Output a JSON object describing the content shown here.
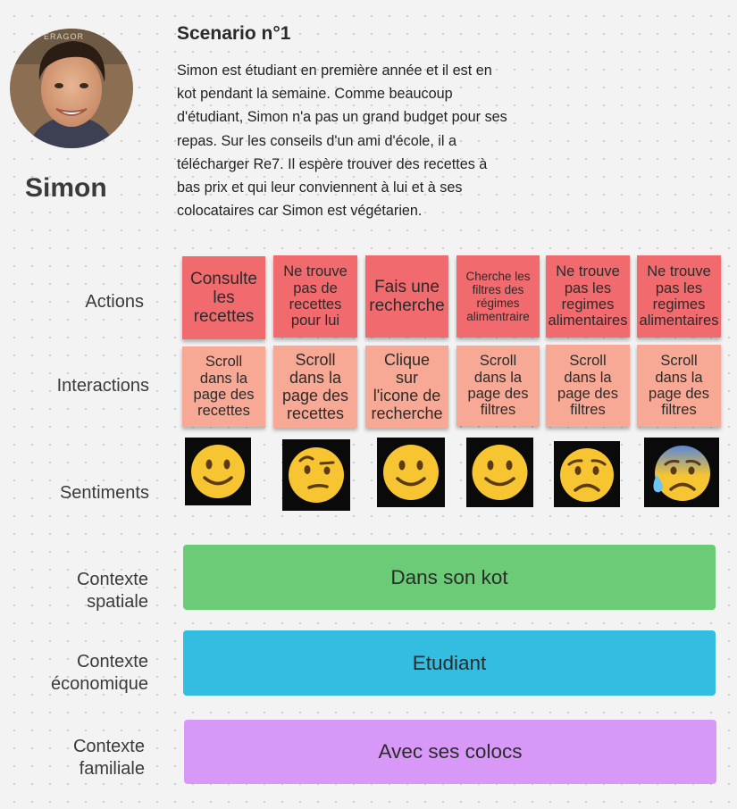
{
  "persona": {
    "name": "Simon",
    "photo_watermark": "ERAGOR"
  },
  "scenario": {
    "title": "Scenario n°1",
    "lines": [
      "Simon est étudiant en première année et il est en",
      "kot pendant la semaine. Comme beaucoup",
      "d'étudiant, Simon n'a pas un grand budget pour ses",
      "repas. Sur les conseils d'un ami d'école, il a",
      "télécharger Re7. Il espère trouver des recettes à",
      "bas prix et qui leur conviennent à lui et à ses",
      "colocataires car Simon est végétarien."
    ]
  },
  "rows": {
    "actions": "Actions",
    "interactions": "Interactions",
    "sentiments": "Sentiments",
    "spatial": [
      "Contexte",
      "spatiale"
    ],
    "economic": [
      "Contexte",
      "économique"
    ],
    "family": [
      "Contexte",
      "familiale"
    ]
  },
  "actions": [
    [
      "Consulte",
      "les",
      "recettes"
    ],
    [
      "Ne trouve",
      "pas de",
      "recettes",
      "pour lui"
    ],
    [
      "Fais une",
      "recherche"
    ],
    [
      "Cherche les",
      "filtres des",
      "régimes",
      "alimentraire"
    ],
    [
      "Ne trouve",
      "pas les",
      "regimes",
      "alimentaires"
    ],
    [
      "Ne trouve",
      "pas les",
      "regimes",
      "alimentaires"
    ]
  ],
  "interactions": [
    [
      "Scroll",
      "dans la",
      "page des",
      "recettes"
    ],
    [
      "Scroll",
      "dans la",
      "page des",
      "recettes"
    ],
    [
      "Clique",
      "sur",
      "l'icone de",
      "recherche"
    ],
    [
      "Scroll",
      "dans la",
      "page des",
      "filtres"
    ],
    [
      "Scroll",
      "dans la",
      "page des",
      "filtres"
    ],
    [
      "Scroll",
      "dans la",
      "page des",
      "filtres"
    ]
  ],
  "sentiments": [
    {
      "icon": "slightly-smiling-face-icon"
    },
    {
      "icon": "raised-eyebrow-face-icon"
    },
    {
      "icon": "slightly-smiling-face-icon"
    },
    {
      "icon": "slightly-smiling-face-icon"
    },
    {
      "icon": "worried-face-icon"
    },
    {
      "icon": "anxious-sweat-face-icon"
    }
  ],
  "contexts": {
    "spatial": {
      "text": "Dans son kot",
      "color": "#6ccb76"
    },
    "economic": {
      "text": "Etudiant",
      "color": "#33bde0"
    },
    "family": {
      "text": "Avec ses colocs",
      "color": "#d898f8"
    }
  },
  "colors": {
    "action_note": "#f06a6e",
    "interaction_note": "#f7a995",
    "emoji_face": "#f7c531"
  }
}
